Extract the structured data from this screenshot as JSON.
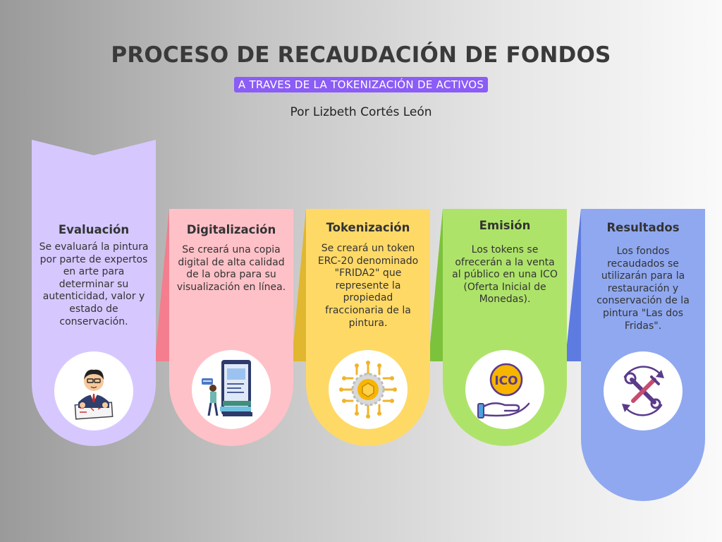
{
  "header": {
    "title": "PROCESO DE RECAUDACIÓN DE FONDOS",
    "subtitle": "A TRAVES DE LA TOKENIZACIÓN DE ACTIVOS",
    "author": "Por Lizbeth Cortés León"
  },
  "steps": [
    {
      "title": "Evaluación",
      "description": "Se evaluará la pintura por parte de expertos en arte para determinar su autenticidad, valor y estado de conservación.",
      "icon": "art-expert-icon",
      "color": "#d6c8ff"
    },
    {
      "title": "Digitalización",
      "description": "Se creará una copia digital de alta calidad de la obra para su visualización en línea.",
      "icon": "digital-copy-icon",
      "color": "#ffc1c8"
    },
    {
      "title": "Tokenización",
      "description": "Se creará un token ERC-20 denominado \"FRIDA2\" que represente la propiedad fraccionaria de la pintura.",
      "icon": "token-chip-icon",
      "color": "#ffd966"
    },
    {
      "title": "Emisión",
      "description": "Los tokens se ofrecerán a la venta al público en una ICO (Oferta Inicial de Monedas).",
      "icon": "ico-hand-icon",
      "color": "#aee36a"
    },
    {
      "title": "Resultados",
      "description": "Los fondos recaudados se utilizarán para la restauración y conservación de la pintura \"Las dos Fridas\".",
      "icon": "tools-icon",
      "color": "#8fa8f0"
    }
  ],
  "icon_labels": {
    "ico": "ICO"
  }
}
